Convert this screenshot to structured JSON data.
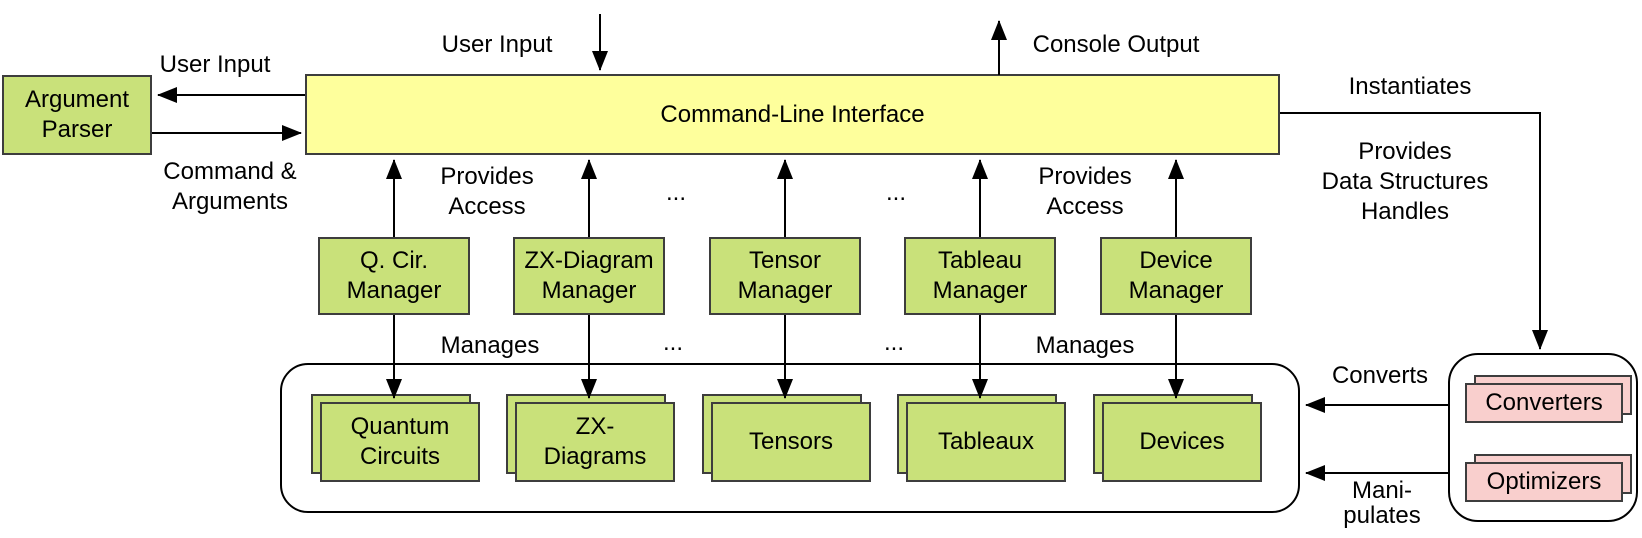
{
  "diagram": {
    "argument_parser": "Argument\nParser",
    "cli": "Command-Line Interface",
    "managers": [
      "Q. Cir.\nManager",
      "ZX-Diagram\nManager",
      "Tensor\nManager",
      "Tableau\nManager",
      "Device\nManager"
    ],
    "data_stacks": [
      "Quantum\nCircuits",
      "ZX-\nDiagrams",
      "Tensors",
      "Tableaux",
      "Devices"
    ],
    "tool_stacks": [
      "Converters",
      "Optimizers"
    ],
    "labels": {
      "user_input_top": "User Input",
      "console_output": "Console Output",
      "user_input_left": "User Input",
      "command_arguments": "Command &\nArguments",
      "provides_access_left": "Provides\nAccess",
      "provides_access_right": "Provides\nAccess",
      "ellipsis_top_left": "...",
      "ellipsis_top_right": "...",
      "manages_left": "Manages",
      "manages_right": "Manages",
      "ellipsis_bottom_left": "...",
      "ellipsis_bottom_right": "...",
      "instantiates": "Instantiates",
      "provides_data_structures": "Provides\nData Structures\nHandles",
      "converts": "Converts",
      "manipulates": "Mani-\npulates"
    },
    "colors": {
      "box_green": "#c9e17a",
      "box_yellow": "#feff9c",
      "box_pink": "#f9cfcd",
      "box_border": "#3d3d3d",
      "line": "#000000"
    }
  }
}
